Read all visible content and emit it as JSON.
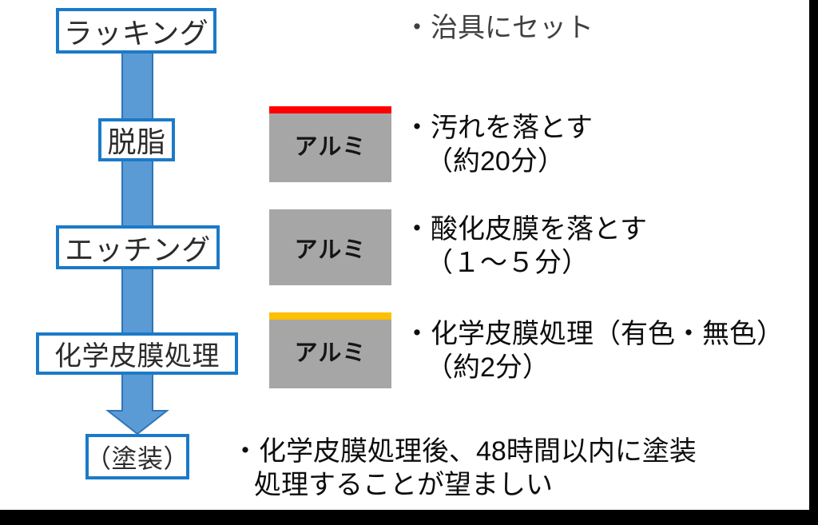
{
  "colors": {
    "flow_box_border": "#1B7AC8",
    "arrow_fill": "#5B9BD5",
    "arrow_outline": "#2E75B6",
    "material_gray": "#A6A6A6",
    "coating_red": "#FF0000",
    "coating_gold": "#FFC000",
    "frame_black": "#000000",
    "note_text": "#0D0D0D",
    "note_text_muted": "#404040"
  },
  "flow": {
    "steps": [
      {
        "label": "ラッキング"
      },
      {
        "label": "脱脂"
      },
      {
        "label": "エッチング"
      },
      {
        "label": "化学皮膜処理"
      },
      {
        "label": "（塗装）"
      }
    ]
  },
  "materials": [
    {
      "label": "アルミ",
      "coating_color": "#FF0000",
      "strip_style": "background:#FF0000"
    },
    {
      "label": "アルミ",
      "coating_color": "",
      "strip_style": "display:none"
    },
    {
      "label": "アルミ",
      "coating_color": "#FFC000",
      "strip_style": "background:#FFC000"
    }
  ],
  "annotations": [
    {
      "lines": [
        "・治具にセット"
      ]
    },
    {
      "lines": [
        "・汚れを落とす",
        "（約20分）"
      ]
    },
    {
      "lines": [
        "・酸化皮膜を落とす",
        "（１～５分）"
      ]
    },
    {
      "lines": [
        "・化学皮膜処理（有色・無色）",
        "（約2分）"
      ]
    },
    {
      "lines": [
        "・化学皮膜処理後、48時間以内に塗装",
        "処理することが望ましい"
      ]
    }
  ]
}
